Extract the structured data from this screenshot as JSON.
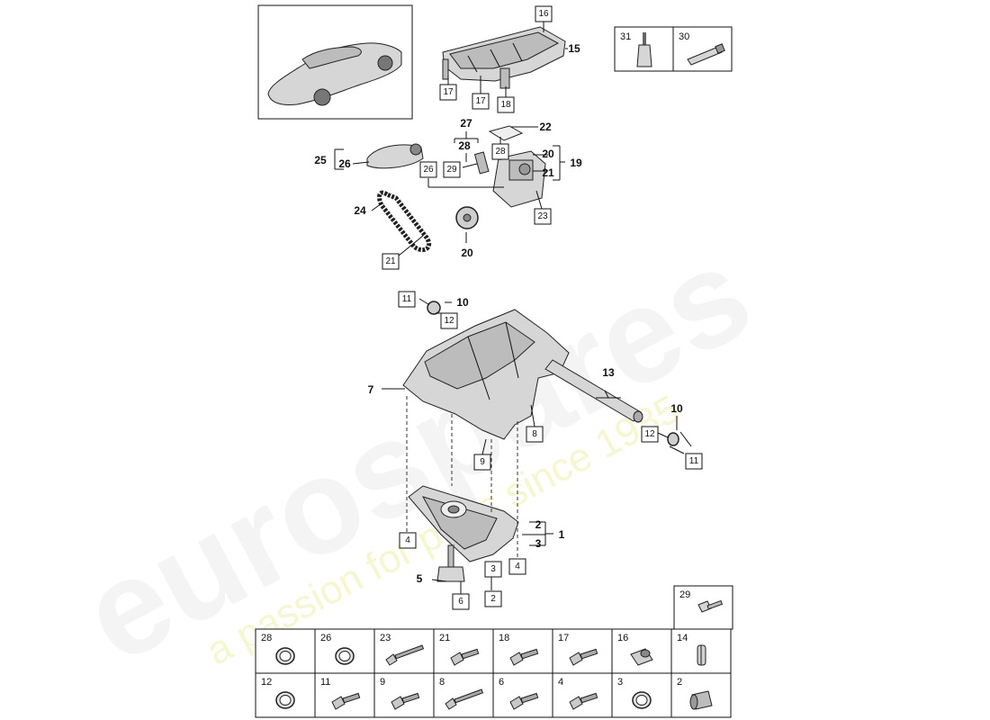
{
  "watermark": {
    "brand": "eurospares",
    "tagline": "a passion for parts since 1985"
  },
  "callouts": {
    "n1": "1",
    "n2": "2",
    "n3": "3",
    "n5": "5",
    "n7": "7",
    "n10a": "10",
    "n10b": "10",
    "n13": "13",
    "n15": "15",
    "n19": "19",
    "n20a": "20",
    "n20b": "20",
    "n21": "21",
    "n22": "22",
    "n24": "24",
    "n25": "25",
    "n26": "26",
    "n27": "27",
    "n28": "28"
  },
  "boxes": {
    "b16": "16",
    "b17a": "17",
    "b17b": "17",
    "b18": "18",
    "b26": "26",
    "b29": "29",
    "b28": "28",
    "b23": "23",
    "b21": "21",
    "b11a": "11",
    "b12a": "12",
    "b8": "8",
    "b9": "9",
    "b12b": "12",
    "b11b": "11",
    "b4a": "4",
    "b3": "3",
    "b4b": "4",
    "b6": "6",
    "b2": "2"
  },
  "legend_top": [
    "31",
    "30"
  ],
  "legend_grid": {
    "corner": "29",
    "row1": [
      "28",
      "26",
      "23",
      "21",
      "18",
      "17",
      "16",
      "14"
    ],
    "row2": [
      "12",
      "11",
      "9",
      "8",
      "6",
      "4",
      "3",
      "2"
    ]
  },
  "icons": {
    "row1": [
      "ring-icon",
      "ring-icon",
      "long-bolt-icon",
      "bolt-icon",
      "bolt-icon",
      "bolt-icon",
      "nut-icon",
      "sleeve-icon"
    ],
    "row2": [
      "ring-icon",
      "bolt-icon",
      "bolt-icon",
      "long-bolt-icon",
      "bolt-icon",
      "bolt-icon",
      "ring-icon",
      "plug-icon"
    ]
  }
}
